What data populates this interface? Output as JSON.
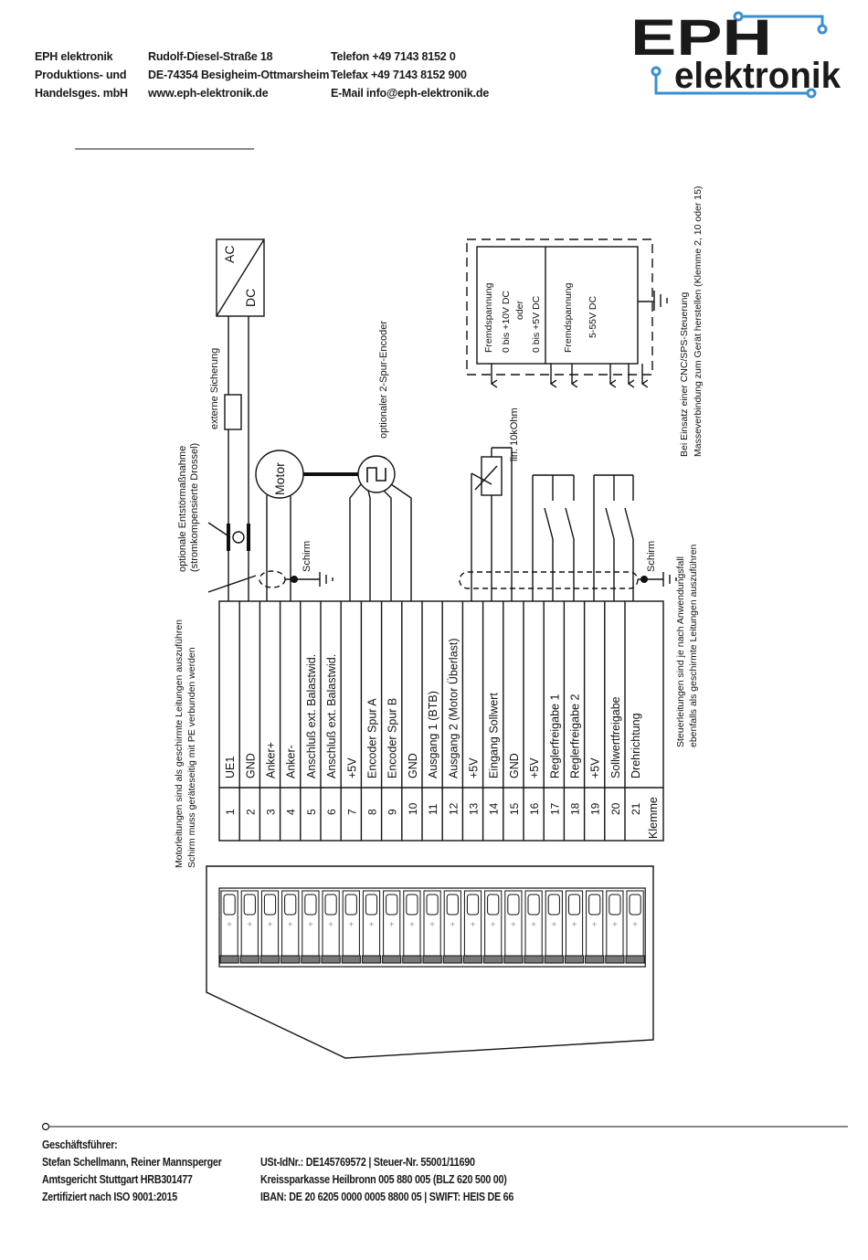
{
  "header": {
    "company": [
      "EPH elektronik",
      "Produktions- und",
      "Handelsges. mbH"
    ],
    "address": [
      "Rudolf-Diesel-Straße 18",
      "DE-74354 Besigheim-Ottmarsheim",
      "www.eph-elektronik.de"
    ],
    "contact": [
      "Telefon  +49 7143 8152 0",
      "Telefax  +49 7143 8152 900",
      "E-Mail   info@eph-elektronik.de"
    ]
  },
  "logo": {
    "top": "EPH",
    "bottom": "elektronik",
    "accent_color": "#3a8fd0"
  },
  "diagram": {
    "acdc_ac": "AC",
    "acdc_dc": "DC",
    "fuse_label": "externe Sicherung",
    "motor_label": "Motor",
    "encoder_label": "optionaler 2-Spur-Encoder",
    "emi_label_1": "optionale Entstörmaßnahme",
    "emi_label_2": "(stromkompensierte Drossel)",
    "shield_label": "Schirm",
    "pot_label": "lin. 10kOhm",
    "ext_supply_1_title": "Fremdspannung",
    "ext_supply_1_line1": "0 bis   +10V DC",
    "ext_supply_1_or": "oder",
    "ext_supply_1_line2": "0 bis   +5V DC",
    "ext_supply_2_title": "Fremdspannung",
    "ext_supply_2_line": "5-55V DC",
    "cnc_note_1": "Bei Einsatz einer CNC/SPS-Steuerung",
    "cnc_note_2": "Masseverbindung zum Gerät herstellen (Klemme 2, 10 oder 15)",
    "motor_note_1": "Motorleitungen sind als geschirmte Leitungen auszuführen",
    "motor_note_2": "Schirm muss geräteseitig mit PE verbunden werden",
    "ctrl_note_1": "Steuerleitungen sind je nach Anwendungsfall",
    "ctrl_note_2": "ebenfalls als geschirmte Leitungen auszuführen",
    "klemme_label": "Klemme",
    "terminals": [
      {
        "num": "1",
        "label": "UE1"
      },
      {
        "num": "2",
        "label": "GND"
      },
      {
        "num": "3",
        "label": "Anker+"
      },
      {
        "num": "4",
        "label": "Anker-"
      },
      {
        "num": "5",
        "label": "Anschluß ext. Balastwid."
      },
      {
        "num": "6",
        "label": "Anschluß ext. Balastwid."
      },
      {
        "num": "7",
        "label": "+5V"
      },
      {
        "num": "8",
        "label": "Encoder Spur A"
      },
      {
        "num": "9",
        "label": "Encoder Spur B"
      },
      {
        "num": "10",
        "label": "GND"
      },
      {
        "num": "11",
        "label": "Ausgang 1 (BTB)"
      },
      {
        "num": "12",
        "label": "Ausgang 2 (Motor Überlast)"
      },
      {
        "num": "13",
        "label": "+5V"
      },
      {
        "num": "14",
        "label": "Eingang Sollwert"
      },
      {
        "num": "15",
        "label": "GND"
      },
      {
        "num": "16",
        "label": "+5V"
      },
      {
        "num": "17",
        "label": "Reglerfreigabe 1"
      },
      {
        "num": "18",
        "label": "Reglerfreigabe 2"
      },
      {
        "num": "19",
        "label": "+5V"
      },
      {
        "num": "20",
        "label": "Sollwertfreigabe"
      },
      {
        "num": "21",
        "label": "Drehrichtung"
      }
    ]
  },
  "footer": {
    "left": [
      "Geschäftsführer:",
      "Stefan Schellmann, Reiner Mannsperger",
      "Amtsgericht Stuttgart HRB301477",
      "Zertifiziert nach ISO 9001:2015"
    ],
    "right": [
      "USt-IdNr.: DE145769572  |  Steuer-Nr. 55001/11690",
      "Kreissparkasse Heilbronn 005 880 005 (BLZ 620 500 00)",
      "IBAN: DE 20 6205 0000 0005 8800 05  |  SWIFT: HEIS DE 66"
    ]
  }
}
